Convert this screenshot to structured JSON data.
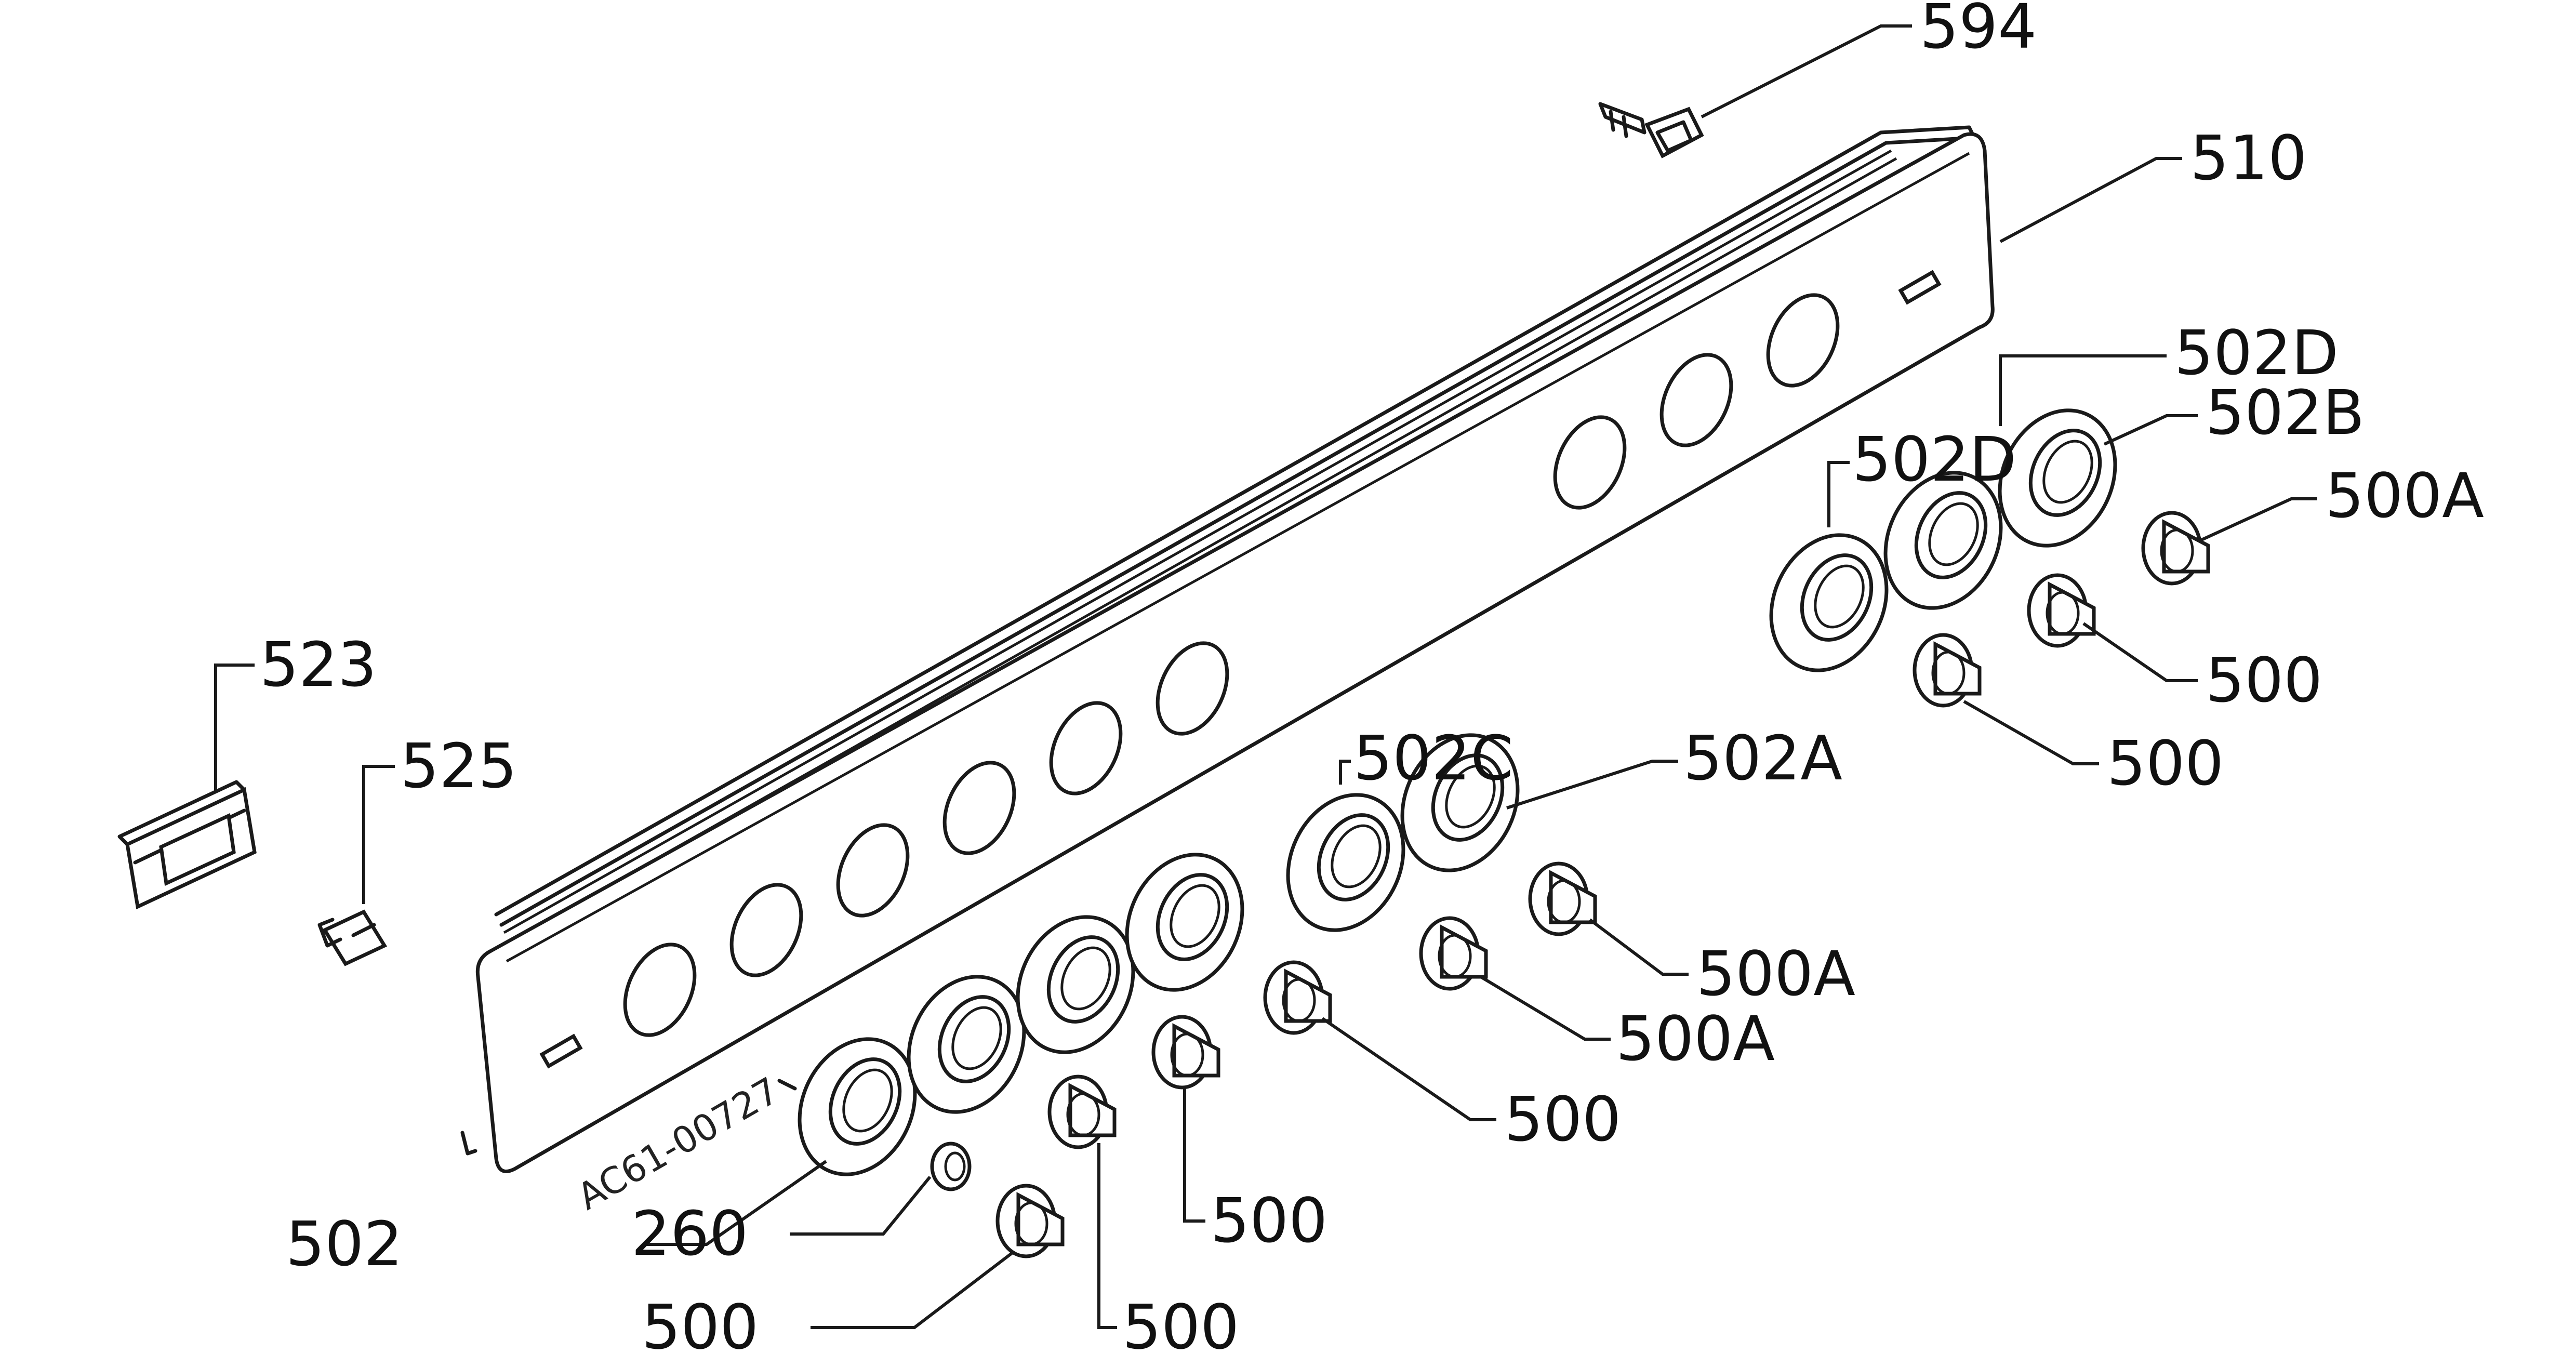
{
  "diagram": {
    "drawing_ref": "AC61-00727",
    "callouts": {
      "c594": "594",
      "c510": "510",
      "c502d_top": "502D",
      "c502d_mid": "502D",
      "c502b": "502B",
      "c500a_right": "500A",
      "c500_right1": "500",
      "c500_right2": "500",
      "c523": "523",
      "c525": "525",
      "c502c": "502C",
      "c502a": "502A",
      "c500a_mid1": "500A",
      "c500a_mid2": "500A",
      "c500_mid": "500",
      "c500_lower": "500",
      "c502": "502",
      "c260": "260",
      "c500_bottom_left": "500",
      "c500_bottom": "500"
    }
  }
}
